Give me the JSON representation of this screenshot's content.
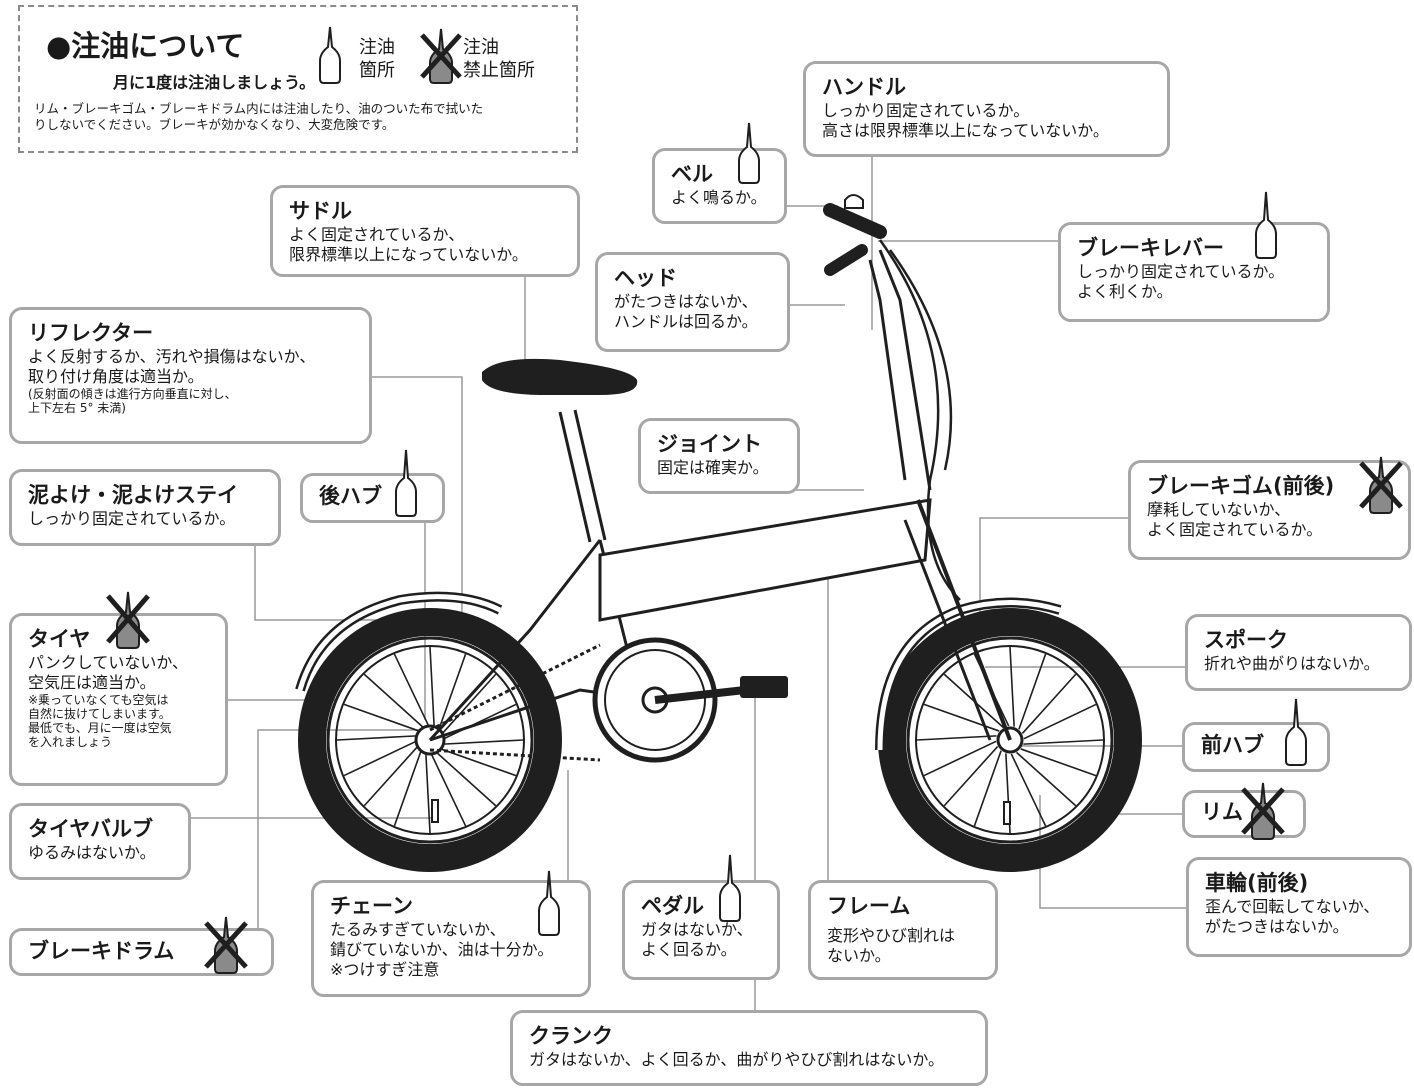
{
  "note": {
    "title": "●注油について",
    "subtitle": "月に1度は注油しましょう。",
    "legend_oil_1": "注油",
    "legend_oil_2": "箇所",
    "legend_no_1": "注油",
    "legend_no_2": "禁止箇所",
    "body_1": "リム・ブレーキゴム・ブレーキドラム内には注油したり、油のついた布で拭いた",
    "body_2": "りしないでください。ブレーキが効かなくなり、大変危険です。"
  },
  "parts": {
    "handle": {
      "title": "ハンドル",
      "l1": "しっかり固定されているか。",
      "l2": "高さは限界標準以上になっていないか。"
    },
    "bell": {
      "title": "ベル",
      "l1": "よく鳴るか。"
    },
    "saddle": {
      "title": "サドル",
      "l1": "よく固定されているか、",
      "l2": "限界標準以上になっていないか。"
    },
    "brake_lever": {
      "title": "ブレーキレバー",
      "l1": "しっかり固定されているか。",
      "l2": "よく利くか。"
    },
    "head": {
      "title": "ヘッド",
      "l1": "がたつきはないか、",
      "l2": "ハンドルは回るか。"
    },
    "reflector": {
      "title": "リフレクター",
      "l1": "よく反射するか、汚れや損傷はないか、",
      "l2": "取り付け角度は適当か。",
      "s1": "(反射面の傾きは進行方向垂直に対し、",
      "s2": " 上下左右 5° 未満)"
    },
    "joint": {
      "title": "ジョイント",
      "l1": "固定は確実か。"
    },
    "fender": {
      "title": "泥よけ・泥よけステイ",
      "l1": "しっかり固定されているか。"
    },
    "rear_hub": {
      "title": "後ハブ"
    },
    "brake_rubber": {
      "title": "ブレーキゴム(前後)",
      "l1": "摩耗していないか、",
      "l2": "よく固定されているか。"
    },
    "tire": {
      "title": "タイヤ",
      "l1": "パンクしていないか、",
      "l2": "空気圧は適当か。",
      "s1": "※乗っていなくても空気は",
      "s2": "  自然に抜けてしまいます。",
      "s3": "  最低でも、月に一度は空気",
      "s4": "  を入れましょう"
    },
    "spoke": {
      "title": "スポーク",
      "l1": "折れや曲がりはないか。"
    },
    "front_hub": {
      "title": "前ハブ"
    },
    "rim": {
      "title": "リム"
    },
    "valve": {
      "title": "タイヤバルブ",
      "l1": "ゆるみはないか。"
    },
    "wheel": {
      "title": "車輪(前後)",
      "l1": "歪んで回転してないか、",
      "l2": "がたつきはないか。"
    },
    "brake_drum": {
      "title": "ブレーキドラム"
    },
    "chain": {
      "title": "チェーン",
      "l1": "たるみすぎていないか、",
      "l2": "錆びていないか、油は十分か。",
      "l3": "※つけすぎ注意"
    },
    "pedal": {
      "title": "ペダル",
      "l1": "ガタはないか、",
      "l2": "よく回るか。"
    },
    "frame": {
      "title": "フレーム",
      "l1": "変形やひび割れは",
      "l2": "ないか。"
    },
    "crank": {
      "title": "クランク",
      "l1": "ガタはないか、よく回るか、曲がりやひび割れはないか。"
    }
  }
}
